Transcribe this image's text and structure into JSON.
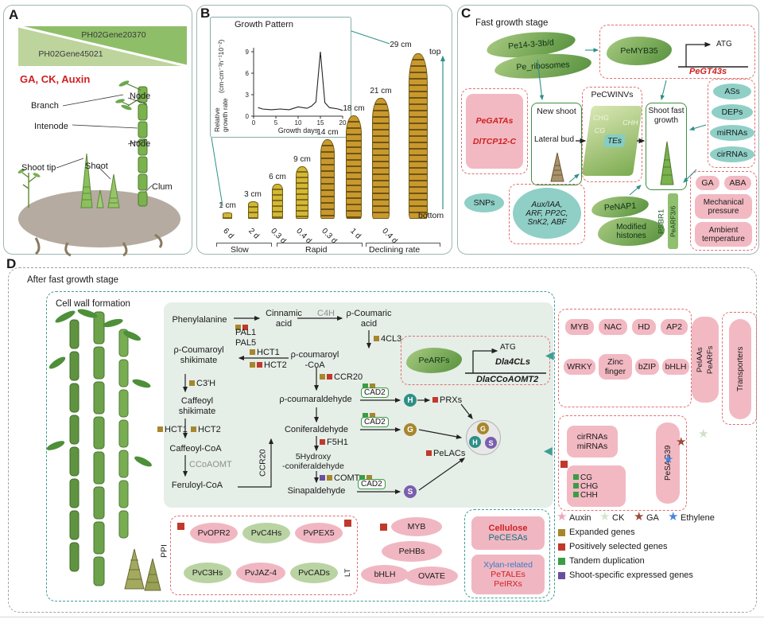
{
  "colors": {
    "teal": "#2f9088",
    "dash_red": "#e07070",
    "pink": "#f2b9c3",
    "teal_oval": "#8fcfc6",
    "green_blob": "#6aa84f",
    "olive_sq": "#a8862c",
    "red_sq": "#c0392b",
    "green_sq": "#3a9d44",
    "purple_sq": "#6a4fa0"
  },
  "panelA": {
    "label": "A",
    "gene_top": "PH02Gene20370",
    "gene_bottom": "PH02Gene45021",
    "hormones": "GA, CK, Auxin",
    "labels": {
      "branch": "Branch",
      "internode": "Intenode",
      "node1": "Node",
      "node2": "Node",
      "shoot_tip": "Shoot tip",
      "shoot": "Shoot",
      "culm": "Clum"
    }
  },
  "panelB": {
    "label": "B",
    "title": "Growth Pattern",
    "chart_data": {
      "type": "line",
      "title": "Growth Pattern",
      "xlabel": "Growth days",
      "ylabel": "Relative growth rate (cm·cm⁻¹h⁻¹10⁻²)",
      "ylabel_line1": "Relative growth rate",
      "ylabel_line2": "(cm·cm⁻¹h⁻¹10⁻²)",
      "xticks": [
        "0",
        "5",
        "10",
        "15",
        "20"
      ],
      "yticks": [
        "0",
        "3",
        "6",
        "9"
      ],
      "xlim": [
        0,
        20
      ],
      "ylim": [
        0,
        9
      ],
      "x": [
        1,
        2,
        4,
        6,
        8,
        10,
        12,
        13,
        14,
        15,
        16,
        17,
        19,
        20
      ],
      "y": [
        1.2,
        1.0,
        0.9,
        1.0,
        0.9,
        1.3,
        1.1,
        1.4,
        2.0,
        9.0,
        1.9,
        1.2,
        1.0,
        0.8
      ]
    },
    "heights": [
      "1 cm",
      "3 cm",
      "6 cm",
      "9 cm",
      "14 cm",
      "18 cm",
      "21 cm",
      "29 cm"
    ],
    "days": [
      "6 d",
      "2 d",
      "0.3 d",
      "0.4 d",
      "0.3 d",
      "1 d",
      "0.4 d"
    ],
    "top_label": "top",
    "bottom_label": "bottom",
    "phases": [
      "Slow",
      "Rapid",
      "Declining rate"
    ]
  },
  "panelC": {
    "label": "C",
    "title": "Fast growth stage",
    "blob1_line1": "Pe14-3-3b/d",
    "blob1_line2": "Pe_ribosomes",
    "pemyb35": "PeMYB35",
    "atg": "ATG",
    "pegt43s": "PeGT43s",
    "pegatas": "PeGATAs",
    "dltcp12c": "DlTCP12-C",
    "new_shoot": "New shoot",
    "lateral_bud": "Lateral bud",
    "pecwinvs": "PeCWINVs",
    "chg": "CHG",
    "cg": "CG",
    "tes": "TEs",
    "chh": "CHH",
    "shoot_fast_growth": "Shoot fast growth",
    "ovals": [
      "ASs",
      "DEPs",
      "miRNAs",
      "cirRNAs"
    ],
    "ga": "GA",
    "aba": "ABA",
    "mechanical": "Mechanical pressure",
    "ambient": "Ambient temperature",
    "snps": "SNPs",
    "aux_box_line1": "Aux/IAA,",
    "aux_box_line2": "ARF, PP2C,",
    "aux_box_line3": "SnK2, ABF",
    "penap1": "PeNAP1",
    "modified_line1": "Modified",
    "modified_line2": "histones",
    "psbr1": "PSBR1",
    "pearf36": "PeARF3/6"
  },
  "panelD": {
    "label": "D",
    "title": "After fast growth stage",
    "cell_wall": "Cell wall formation",
    "pathway": {
      "phenylalanine": "Phenylalanine",
      "pal1": "PAL1",
      "pal5": "PAL5",
      "cinnamic_acid": "Cinnamic acid",
      "c4h": "C4H",
      "coumaric_acid": "ρ-Coumaric acid",
      "cl3": "4CL3",
      "coumaroyl_coa_1": "ρ-coumaroyl",
      "coumaroyl_coa_2": "-CoA",
      "coumaroyl_shikimate": "ρ-Coumaroyl shikimate",
      "hct1": "HCT1",
      "hct2": "HCT2",
      "c3h": "C3'H",
      "caffeoyl_shikimate": "Caffeoyl shikimate",
      "caffeoyl_coa": "Caffeoyl-CoA",
      "ccoaomt": "CCoAOMT",
      "feruloyl_coa": "Feruloyl-CoA",
      "ccr20": "CCR20",
      "coumaraldehyde": "ρ-coumaraldehyde",
      "cad2": "CAD2",
      "coniferaldehyde": "Coniferaldehyde",
      "f5h1": "F5H1",
      "hydroxy_1": "5Hydroxy",
      "hydroxy_2": "-coniferaldehyde",
      "comt": "COMT",
      "sinapaldehyde": "Sinapaldehyde",
      "h": "H",
      "g": "G",
      "s": "S",
      "prxs": "PRXs",
      "pelacs": "PeLACs"
    },
    "promoter": {
      "pearfs": "PeARFs",
      "atg": "ATG",
      "gene1": "Dla4CLs",
      "gene2": "DlaCCoAOMT2"
    },
    "tfs": [
      "MYB",
      "NAC",
      "HD",
      "AP2",
      "WRKY",
      "Zinc finger",
      "bZIP",
      "bHLH"
    ],
    "peiaas": "PeIAAs",
    "pearfs_pill": "PeARFs",
    "transporters": "Transporters",
    "cirrnas": "cirRNAs",
    "mirnas": "miRNAs",
    "pesag39": "PeSAG39",
    "methyl": [
      "CG",
      "CHG",
      "CHH"
    ],
    "ppi": {
      "label": "PPI",
      "items": [
        "PvOPR2",
        "PvC4Hs",
        "PvPEX5",
        "PvC3Hs",
        "PvJAZ-4",
        "PvCADs"
      ],
      "lt": "LT"
    },
    "myb_cluster": [
      "MYB",
      "PeHBs",
      "bHLH",
      "OVATE"
    ],
    "cellulose": {
      "title": "Cellulose",
      "gene": "PeCESAs",
      "xylan_title": "Xylan-related",
      "gene1": "PeTALEs",
      "gene2": "PeIRXs"
    }
  },
  "hormone_stars": {
    "auxin": "Auxin",
    "ck": "CK",
    "ga": "GA",
    "ethylene": "Ethylene"
  },
  "legend": {
    "expanded": "Expanded genes",
    "positively": "Positively selected genes",
    "tandem": "Tandem duplication",
    "shoot_specific": "Shoot-specific expressed genes"
  }
}
